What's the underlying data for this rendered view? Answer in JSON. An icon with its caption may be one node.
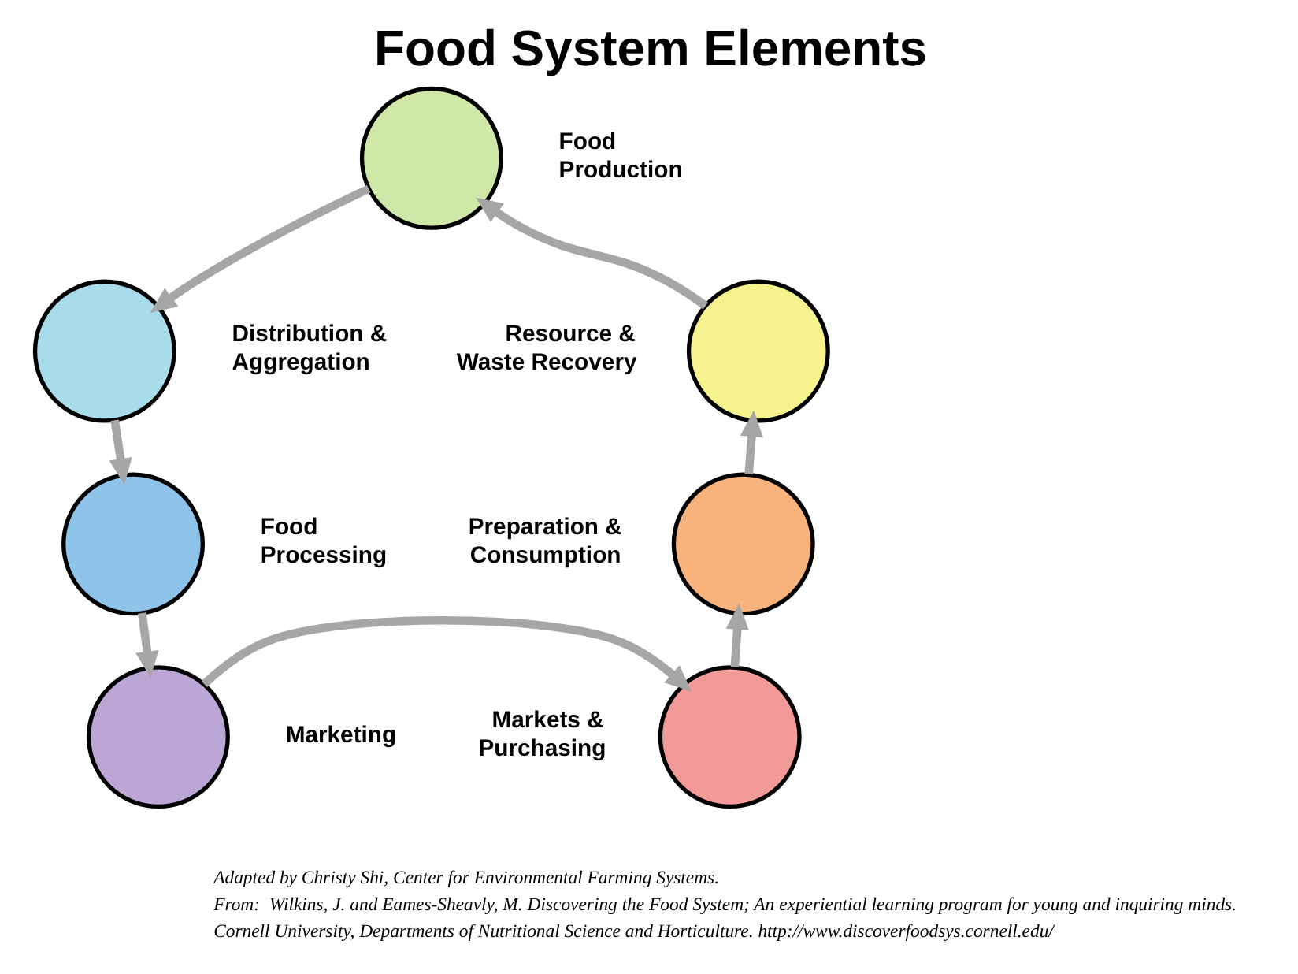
{
  "diagram": {
    "title": "Food System Elements",
    "nodes": [
      {
        "text": [],
        "shape": "circle",
        "beside": [
          "Food Production"
        ]
      },
      {
        "text": [],
        "shape": "circle",
        "beside": [
          "Distribution & Aggregation"
        ]
      },
      {
        "text": [],
        "shape": "circle",
        "beside": [
          "Food Processing"
        ]
      },
      {
        "text": [],
        "shape": "circle",
        "beside": [
          "Marketing"
        ]
      },
      {
        "text": [],
        "shape": "circle",
        "beside": [
          "Markets & Purchasing"
        ]
      },
      {
        "text": [],
        "shape": "circle",
        "beside": [
          "Preparation & Consumption"
        ]
      },
      {
        "text": [],
        "shape": "circle",
        "beside": [
          "Resource & Waste Recovery"
        ]
      }
    ],
    "edges": [
      {
        "from": 0,
        "to": 1,
        "arrow": "to"
      },
      {
        "from": 1,
        "to": 2,
        "arrow": "to"
      },
      {
        "from": 2,
        "to": 3,
        "arrow": "to"
      },
      {
        "from": 3,
        "to": 4,
        "arrow": "to"
      },
      {
        "from": 4,
        "to": 5,
        "arrow": "to"
      },
      {
        "from": 5,
        "to": 6,
        "arrow": "to"
      },
      {
        "from": 6,
        "to": 0,
        "arrow": "to"
      }
    ],
    "labels": [
      "Adapted by Christy Shi, Center for Environmental Farming Systems.",
      "From:  Wilkins, J. and Eames-Sheavly, M. Discovering the Food System; An experiential learning program for young and inquiring minds.",
      "Cornell University, Departments of Nutritional Science and Horticulture. http://www.discoverfoodsys.cornell.edu/"
    ]
  }
}
